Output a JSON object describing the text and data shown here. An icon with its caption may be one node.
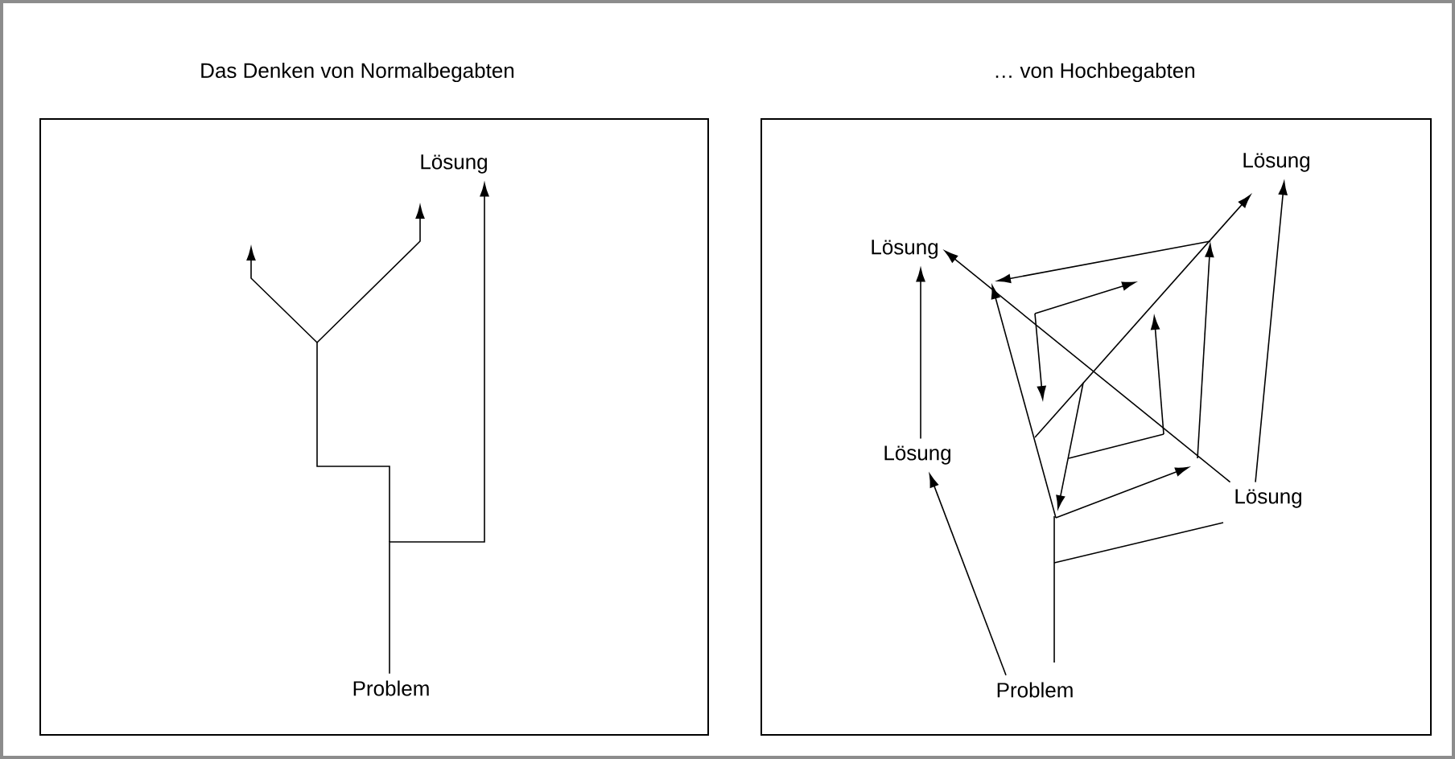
{
  "diagram": {
    "nodes": [
      {
        "text": [
          "Das Denken von Normalbegabten"
        ]
      },
      {
        "text": [
          "Lösung"
        ],
        "in": 0
      },
      {
        "text": [
          "Problem"
        ],
        "in": 0
      },
      {
        "text": [
          "… von Hochbegabten"
        ]
      },
      {
        "text": [
          "Lösung"
        ],
        "in": 3
      },
      {
        "text": [
          "Lösung"
        ],
        "in": 3
      },
      {
        "text": [
          "Lösung"
        ],
        "in": 3
      },
      {
        "text": [
          "Lösung"
        ],
        "in": 3
      },
      {
        "text": [
          "Problem"
        ],
        "in": 3
      }
    ],
    "edges": [
      {
        "from": 2,
        "to": 1,
        "arrow": "to"
      },
      {
        "from": 8,
        "to": 6,
        "arrow": "to"
      },
      {
        "from": 6,
        "to": 5,
        "arrow": "to"
      },
      {
        "from": 7,
        "to": 4,
        "arrow": "to"
      },
      {
        "from": 7,
        "to": 5,
        "arrow": "to"
      }
    ]
  }
}
